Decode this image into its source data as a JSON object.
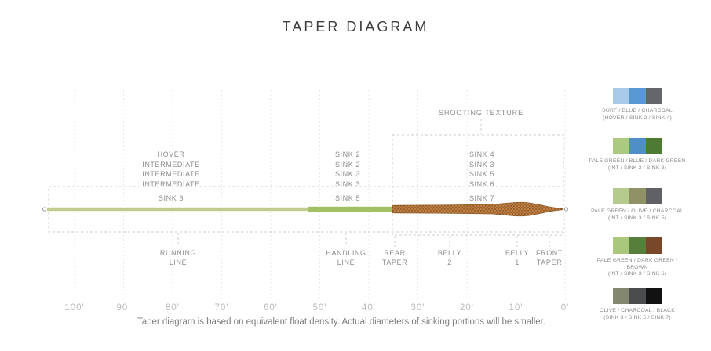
{
  "title": "TAPER DIAGRAM",
  "diagram": {
    "shooting_texture_label": "SHOOTING TEXTURE",
    "density_columns": [
      {
        "rows": [
          "HOVER",
          "INTERMEDIATE",
          "INTERMEDIATE",
          "INTERMEDIATE",
          "SINK 3"
        ]
      },
      {
        "rows": [
          "SINK 2",
          "SINK 2",
          "SINK 3",
          "SINK 3",
          "SINK 5"
        ]
      },
      {
        "rows": [
          "SINK 4",
          "SINK 3",
          "SINK 5",
          "SINK 6",
          "SINK 7"
        ]
      }
    ],
    "sections": [
      {
        "line1": "RUNNING",
        "line2": "LINE"
      },
      {
        "line1": "HANDLING",
        "line2": "LINE"
      },
      {
        "line1": "REAR",
        "line2": "TAPER"
      },
      {
        "line1": "BELLY",
        "line2": "2"
      },
      {
        "line1": "BELLY",
        "line2": "1"
      },
      {
        "line1": "FRONT",
        "line2": "TAPER"
      }
    ],
    "scale_ticks": [
      "100'",
      "90'",
      "80'",
      "70'",
      "60'",
      "50'",
      "40'",
      "30'",
      "20'",
      "10'",
      "0'"
    ],
    "taper_colors": {
      "running_line": "#bfcb8f",
      "handling_line": "#a2c167",
      "belly_base": "#c17e41",
      "belly_texture_dot": "#5f3a17"
    }
  },
  "legend": {
    "groups": [
      {
        "colors": [
          "#a9c9e9",
          "#5899d4",
          "#65666a"
        ],
        "name_line": "SURF / BLUE / CHARCOAL",
        "density_line": "(HOVER / SINK 2 / SINK 4)"
      },
      {
        "colors": [
          "#abc981",
          "#4e8fc7",
          "#4e7a33"
        ],
        "name_line": "PALE GREEN / BLUE / DARK GREEN",
        "density_line": "(INT / SINK 2 / SINK 3)"
      },
      {
        "colors": [
          "#b5cb8e",
          "#8e9266",
          "#606164"
        ],
        "name_line": "PALE GREEN / OLIVE / CHARCOAL",
        "density_line": "(INT / SINK 3 / SINK 5)"
      },
      {
        "colors": [
          "#a9c87c",
          "#587e3b",
          "#77492a"
        ],
        "name_line": "PALE GREEN / DARK GREEN / BROWN",
        "density_line": "(INT / SINK 3 / SINK 6)"
      },
      {
        "colors": [
          "#84876f",
          "#4b4c4e",
          "#121212"
        ],
        "name_line": "OLIVE / CHARCOAL / BLACK",
        "density_line": "(SINK 3 / SINK 5 / SINK 7)"
      }
    ]
  },
  "footnote": "Taper diagram is based on equivalent float density.  Actual diameters of sinking portions will be smaller."
}
